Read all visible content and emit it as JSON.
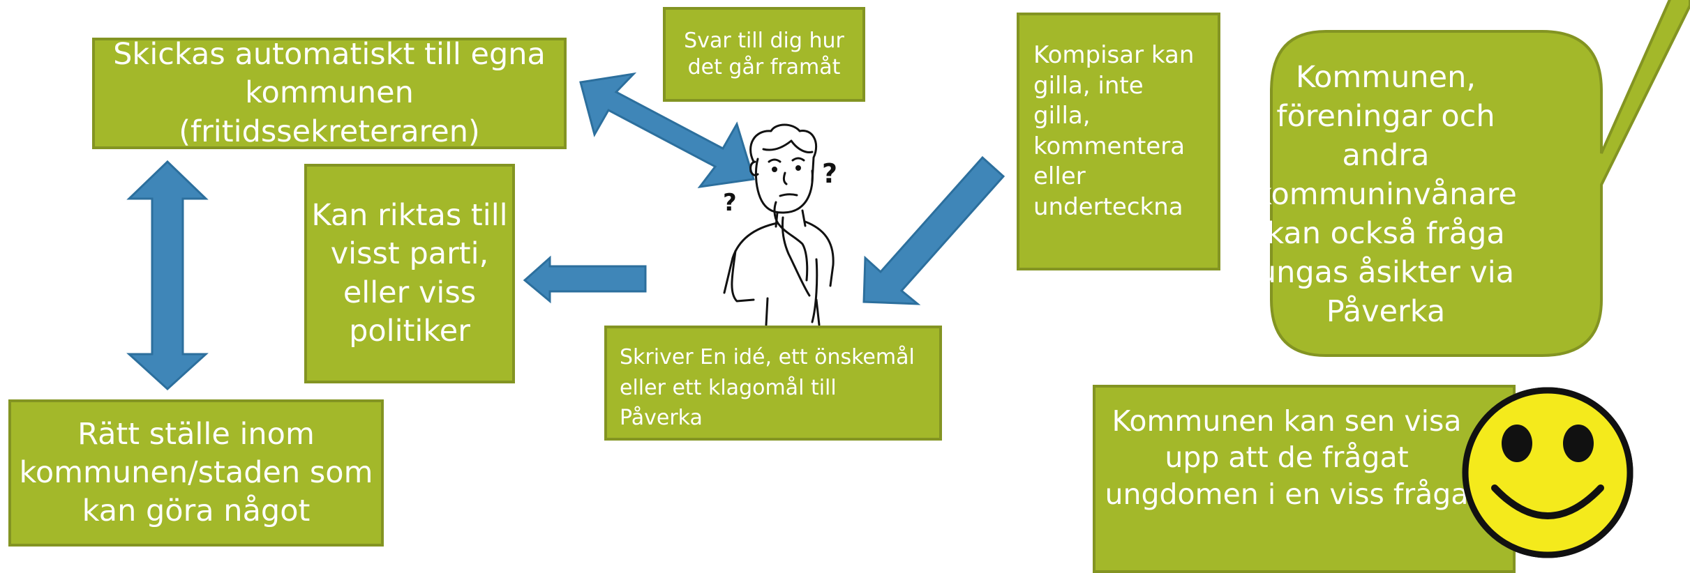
{
  "diagram": {
    "boxes": {
      "auto_send": "Skickas automatiskt till egna\nkommunen (fritidssekreteraren)",
      "feedback": "Svar till dig hur\ndet går framåt",
      "friends": "Kompisar  kan\ngilla, inte\ngilla,\nkommentera\neller\nunderteckna",
      "directed": "Kan riktas till\nvisst parti,\neller viss\npolitiker",
      "writes": "Skriver  En idé,  ett önskemål\neller ett klagomål till\nPåverka",
      "right_place": "Rätt ställe inom\nkommunen/staden som\nkan göra något",
      "show": "Kommunen kan sen visa\nupp att de frågat\nungdomen i en viss fråga"
    },
    "speech_bubble": "Kommunen,\nföreningar och\nandra\nkommuninvånare\nkan också fråga\nungas åsikter via\nPåverka",
    "colors": {
      "box_fill": "#a3b82a",
      "box_border": "#839422",
      "arrow_fill": "#3f86b8",
      "arrow_stroke": "#2c6f9d",
      "smiley_fill": "#f4ea1c"
    },
    "figure": {
      "question_marks": [
        "?",
        "?"
      ]
    }
  }
}
